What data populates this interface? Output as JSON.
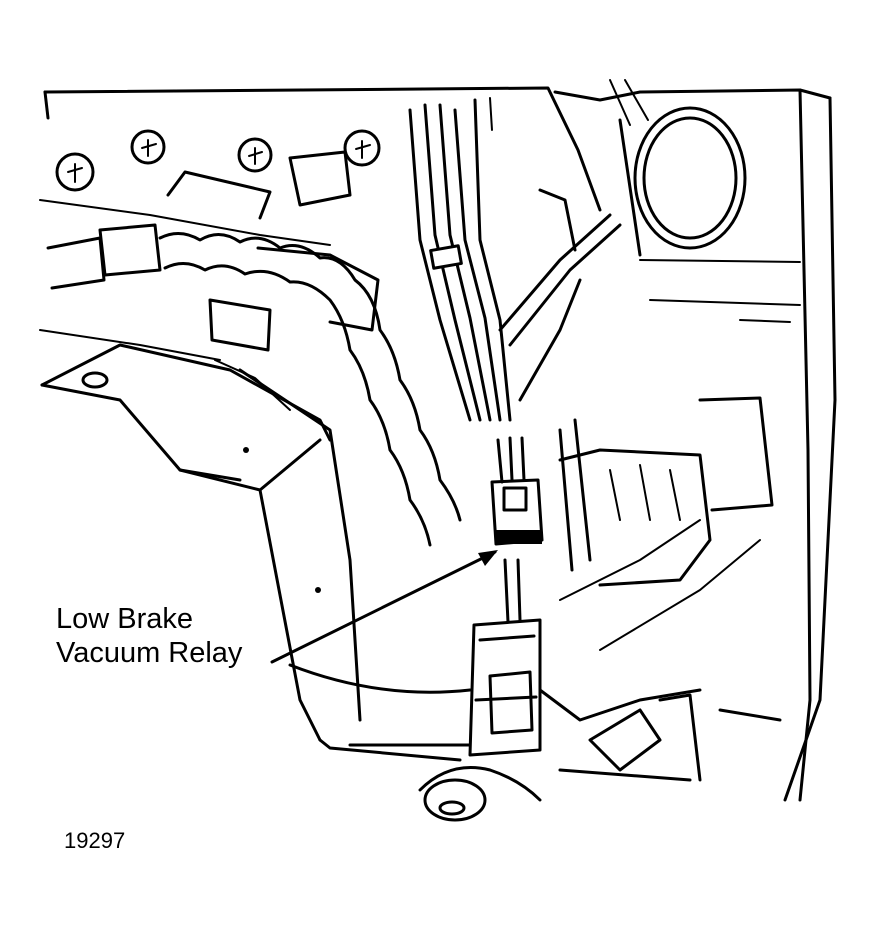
{
  "labels": {
    "callout_line1": "Low Brake",
    "callout_line2": "Vacuum Relay",
    "figure_number": "19297"
  },
  "colors": {
    "ink": "#000000",
    "paper": "#ffffff"
  }
}
